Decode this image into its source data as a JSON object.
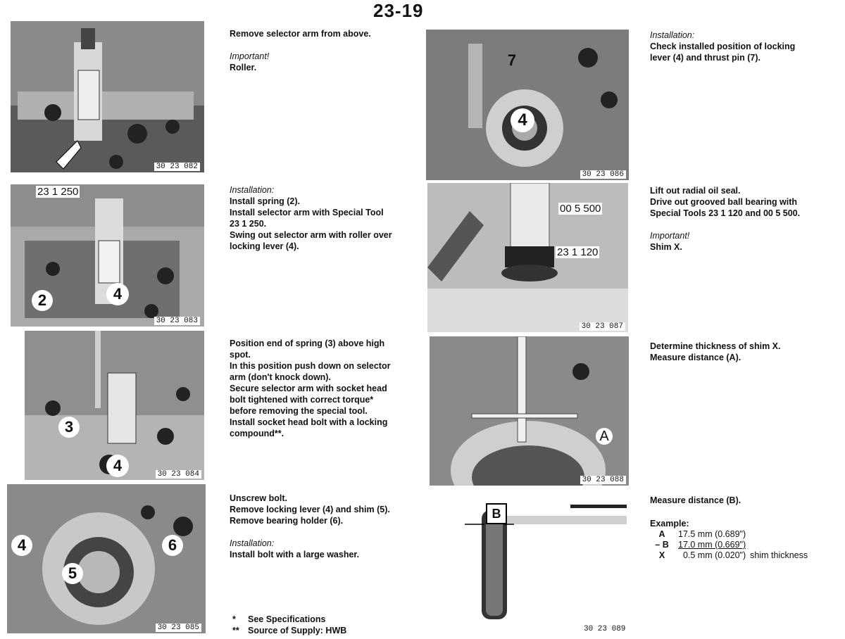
{
  "page_number": "23-19",
  "left": [
    {
      "caption": "30 23 082",
      "callouts": [],
      "text": [
        {
          "style": "bold",
          "value": "Remove selector arm from above."
        },
        {
          "style": "gap",
          "value": ""
        },
        {
          "style": "italic",
          "value": "Important!"
        },
        {
          "style": "bold",
          "value": "Roller."
        }
      ]
    },
    {
      "caption": "30 23 083",
      "callouts": [
        "2",
        "4"
      ],
      "tool_label": "23 1 250",
      "text": [
        {
          "style": "italic",
          "value": "Installation:"
        },
        {
          "style": "bold",
          "value": "Install spring (2)."
        },
        {
          "style": "bold",
          "value": "Install selector arm with Special Tool"
        },
        {
          "style": "bold",
          "value": "23 1 250."
        },
        {
          "style": "bold",
          "value": "Swing out selector arm with roller over"
        },
        {
          "style": "bold",
          "value": "locking lever (4)."
        }
      ]
    },
    {
      "caption": "30 23 084",
      "callouts": [
        "3",
        "4"
      ],
      "text": [
        {
          "style": "bold",
          "value": "Position end of spring (3) above high"
        },
        {
          "style": "bold",
          "value": "spot."
        },
        {
          "style": "bold",
          "value": "In this position push down on selector"
        },
        {
          "style": "bold",
          "value": "arm (don't knock down)."
        },
        {
          "style": "bold",
          "value": "Secure selector arm with socket head"
        },
        {
          "style": "bold",
          "value": "bolt tightened with correct torque*"
        },
        {
          "style": "bold",
          "value": "before removing the special tool."
        },
        {
          "style": "bold",
          "value": "Install socket head bolt with a locking"
        },
        {
          "style": "bold",
          "value": "compound**."
        }
      ]
    },
    {
      "caption": "30 23 085",
      "callouts": [
        "4",
        "5",
        "6"
      ],
      "text": [
        {
          "style": "bold",
          "value": "Unscrew bolt."
        },
        {
          "style": "bold",
          "value": "Remove locking lever (4) and shim (5)."
        },
        {
          "style": "bold",
          "value": "Remove bearing holder (6)."
        },
        {
          "style": "gap",
          "value": ""
        },
        {
          "style": "italic",
          "value": "Installation:"
        },
        {
          "style": "bold",
          "value": "Install bolt with a large washer."
        }
      ]
    }
  ],
  "footnotes": [
    {
      "mark": "*",
      "text": "See Specifications"
    },
    {
      "mark": "**",
      "text": "Source of Supply: HWB"
    }
  ],
  "right": [
    {
      "caption": "30 23 086",
      "callouts": [
        "7",
        "4"
      ],
      "text": [
        {
          "style": "italic",
          "value": "Installation:"
        },
        {
          "style": "bold",
          "value": "Check installed position of locking"
        },
        {
          "style": "bold",
          "value": "lever (4) and thrust pin (7)."
        }
      ]
    },
    {
      "caption": "30 23 087",
      "tool_labels": [
        "00 5 500",
        "23 1 120"
      ],
      "text": [
        {
          "style": "bold",
          "value": "Lift out radial oil seal."
        },
        {
          "style": "bold",
          "value": "Drive out grooved ball bearing with"
        },
        {
          "style": "bold",
          "value": "Special Tools 23 1 120 and 00 5 500."
        },
        {
          "style": "gap",
          "value": ""
        },
        {
          "style": "italic",
          "value": "Important!"
        },
        {
          "style": "bold",
          "value": "Shim X."
        }
      ]
    },
    {
      "caption": "30 23 088",
      "callouts": [
        "A"
      ],
      "text": [
        {
          "style": "bold",
          "value": "Determine thickness of shim X."
        },
        {
          "style": "bold",
          "value": "Measure distance (A)."
        }
      ]
    },
    {
      "caption": "30 23 089",
      "callouts": [
        "B"
      ],
      "text": [
        {
          "style": "bold",
          "value": "Measure distance (B)."
        }
      ],
      "example": {
        "heading": "Example:",
        "rows": [
          {
            "sym": "A",
            "value": "17.5 mm (0.689\")",
            "note": ""
          },
          {
            "sym": "– B",
            "value": "17.0 mm (0.669\")",
            "note": ""
          },
          {
            "sym": "X",
            "value": "0.5 mm (0.020\")",
            "note": "shim thickness"
          }
        ]
      }
    }
  ]
}
